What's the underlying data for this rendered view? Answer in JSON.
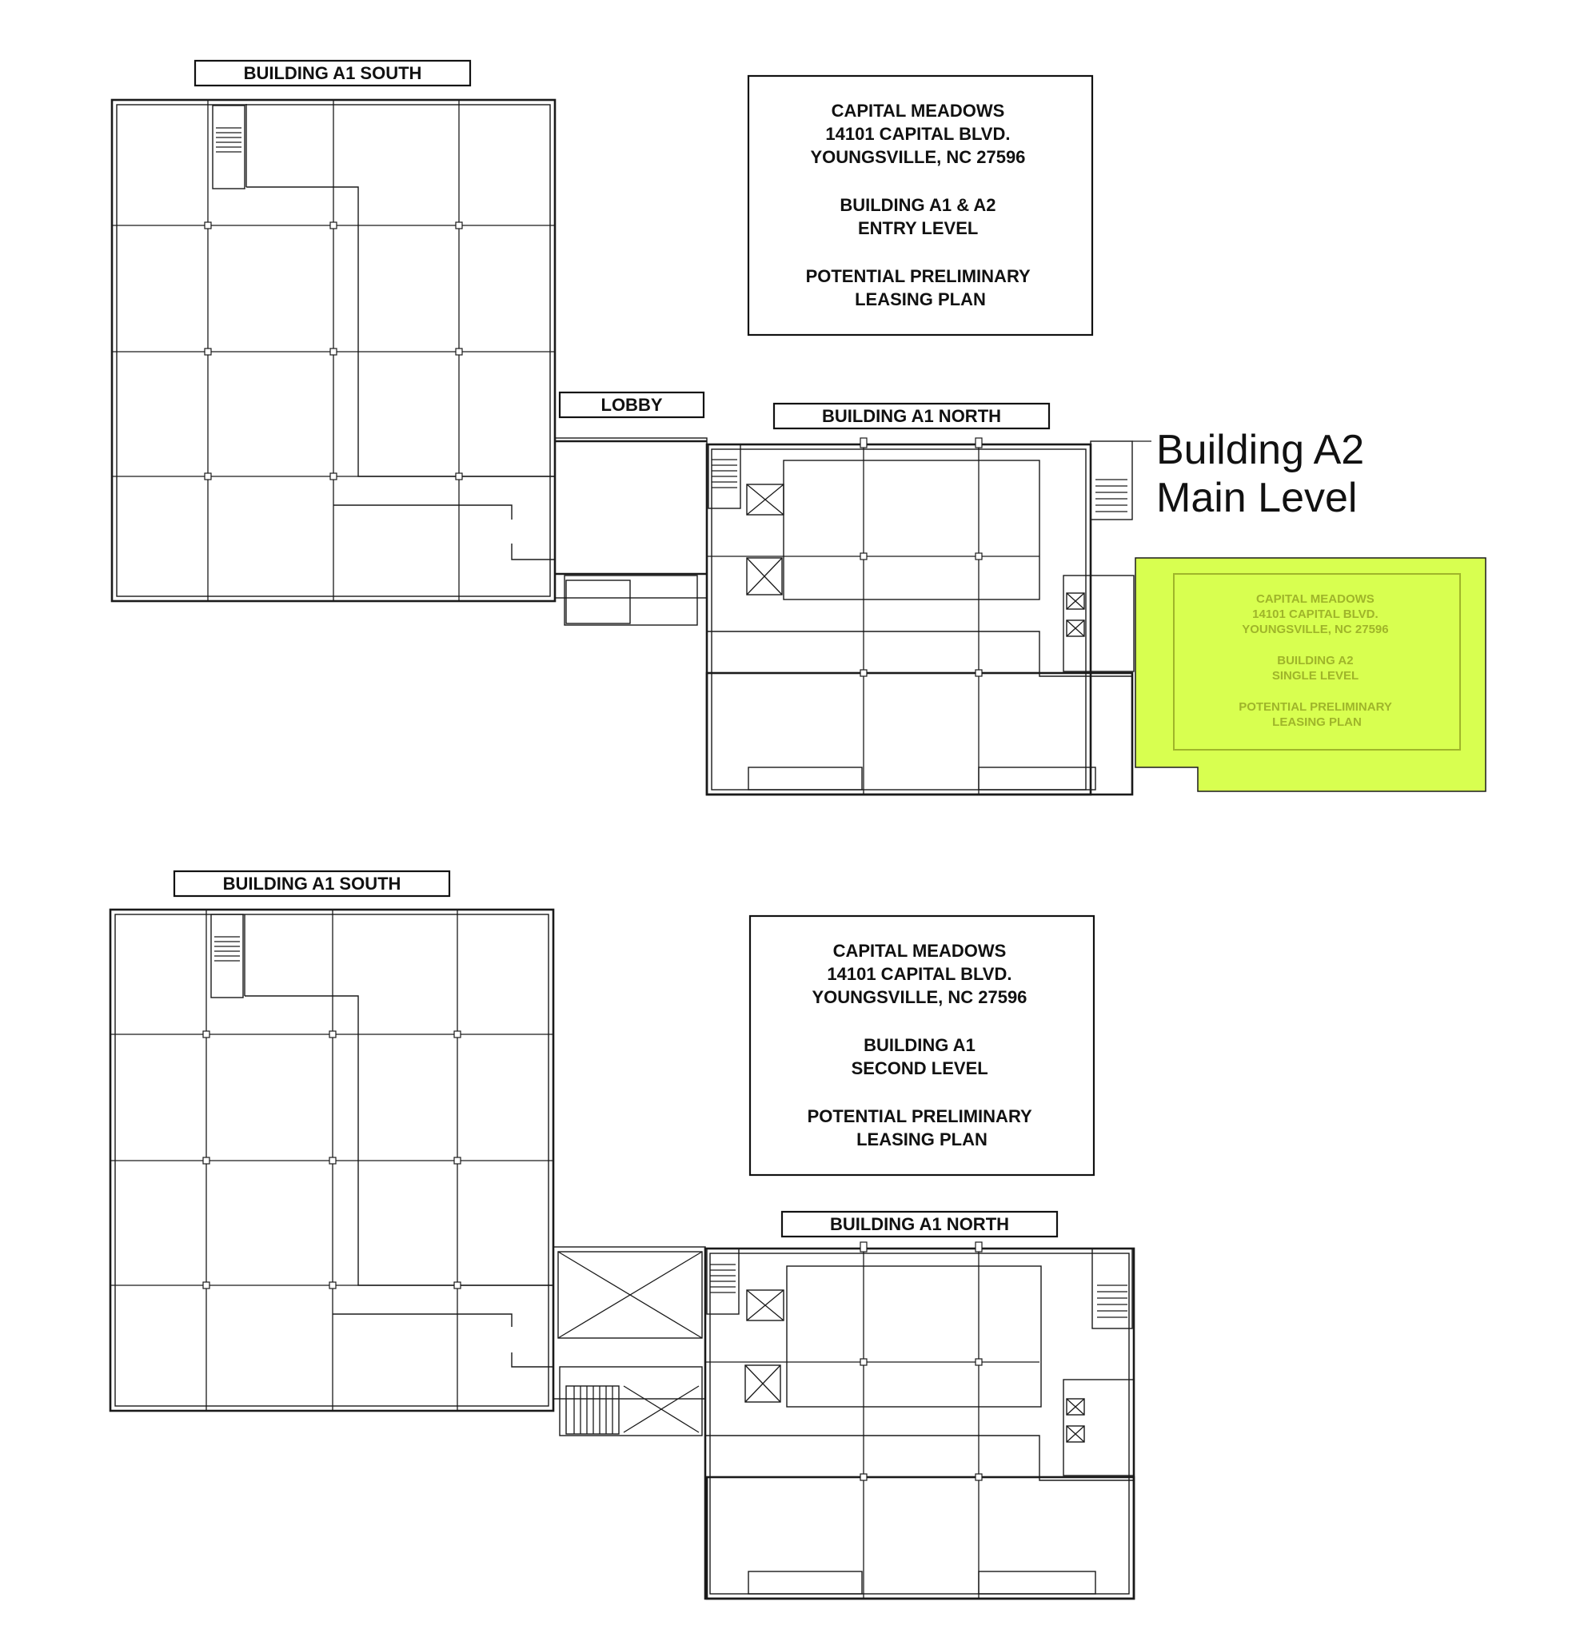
{
  "plan_top": {
    "label_south": "BUILDING A1 SOUTH",
    "label_lobby": "LOBBY",
    "label_north": "BUILDING A1 NORTH",
    "info": [
      "CAPITAL MEADOWS",
      "14101 CAPITAL BLVD.",
      "YOUNGSVILLE, NC  27596",
      "",
      "BUILDING A1 & A2",
      "ENTRY LEVEL",
      "",
      "POTENTIAL PRELIMINARY",
      "LEASING PLAN"
    ],
    "callout": [
      "Building A2",
      "Main Level"
    ],
    "highlight_color": "#d8ff50",
    "highlight_info": [
      "CAPITAL MEADOWS",
      "14101 CAPITAL BLVD.",
      "YOUNGSVILLE, NC  27596",
      "",
      "BUILDING A2",
      "SINGLE LEVEL",
      "",
      "POTENTIAL PRELIMINARY",
      "LEASING PLAN"
    ]
  },
  "plan_bottom": {
    "label_south": "BUILDING A1 SOUTH",
    "label_north": "BUILDING A1 NORTH",
    "info": [
      "CAPITAL MEADOWS",
      "14101 CAPITAL BLVD.",
      "YOUNGSVILLE, NC  27596",
      "",
      "BUILDING A1",
      "SECOND LEVEL",
      "",
      "POTENTIAL PRELIMINARY",
      "LEASING PLAN"
    ]
  }
}
